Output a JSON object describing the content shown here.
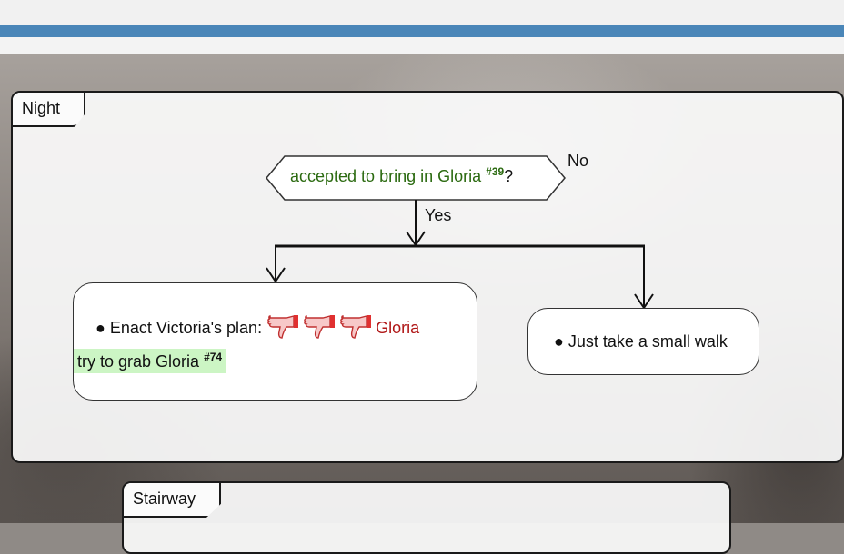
{
  "partitions": {
    "night": "Night",
    "stairway": "Stairway"
  },
  "decision": {
    "condition": "accepted to bring in Gloria",
    "ref": "#39",
    "mark": "?",
    "yes": "Yes",
    "no": "No"
  },
  "activities": {
    "left": {
      "prefix": "Enact Victoria's plan:",
      "icons": [
        "thumbs-down-icon",
        "thumbs-down-icon",
        "thumbs-down-icon"
      ],
      "target": "Gloria",
      "note": "try to grab Gloria",
      "note_ref": "#74"
    },
    "right": {
      "text": "Just take a small walk"
    }
  },
  "colors": {
    "accent_bar": "#4a86b8",
    "condition_text": "#2b6a10",
    "target_text": "#b01717",
    "note_highlight": "#ccf5c4"
  }
}
